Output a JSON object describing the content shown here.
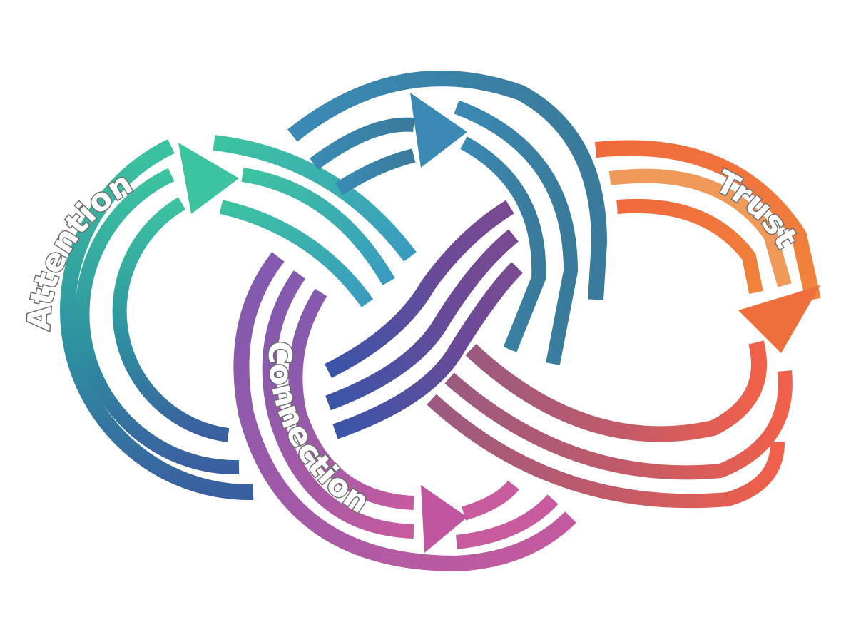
{
  "diagram": {
    "type": "interlocking-cycle",
    "description": "Four interlocking looping triple-line arrows forming a knot",
    "labels": {
      "attention": "Attention",
      "connection": "Connection",
      "trust": "Trust"
    },
    "colors": {
      "background": "#ffffff",
      "attention_teal": "#3cc3a0",
      "attention_dark": "#2e8fa0",
      "attention_blue": "#3a5fa0",
      "top_blue": "#3a8ab5",
      "top_blue_light": "#4a9ac8",
      "trust_orange": "#f07a3c",
      "trust_orange_light": "#f09a5a",
      "trust_red": "#e8584a",
      "connection_purple": "#7e5ab0",
      "connection_magenta": "#c85a9e",
      "center_blue": "#3a55a8",
      "center_purple": "#7a4a90",
      "lower_rose": "#b05a78",
      "label_outline": "#6e6e6e"
    },
    "nodes": [
      {
        "id": "attention",
        "label": "Attention",
        "position": "left loop"
      },
      {
        "id": "connection",
        "label": "Connection",
        "position": "bottom loop"
      },
      {
        "id": "trust",
        "label": "Trust",
        "position": "right loop"
      }
    ],
    "flow": [
      "Attention",
      "Connection",
      "Trust"
    ]
  }
}
